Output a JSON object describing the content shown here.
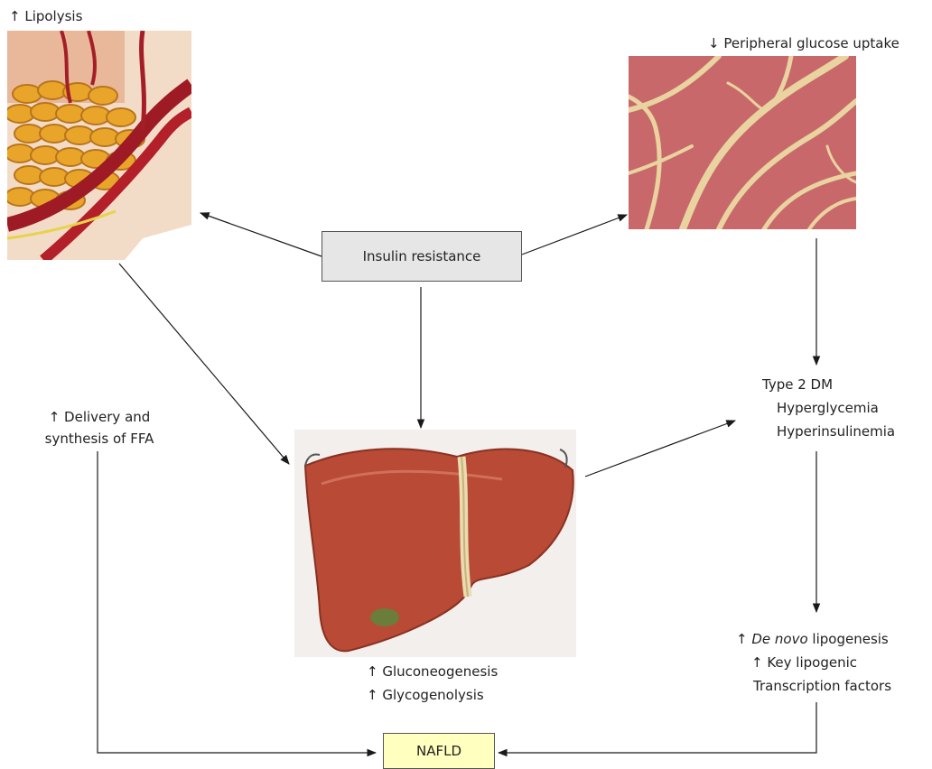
{
  "colors": {
    "center_box_fill": "#e6e6e6",
    "nafld_box_fill": "#ffffc0",
    "arrow": "#1a1a1a",
    "fat": "#e9a52a",
    "vessel": "#b3202a",
    "muscle": "#c9686a",
    "septa": "#e9d3a0",
    "liver": "#b84a36"
  },
  "icons": {
    "adipose": "adipose-tissue-illustration-icon",
    "muscle": "muscle-histology-image-icon",
    "liver": "liver-anatomy-illustration-icon"
  },
  "nodes": {
    "insulin_resistance": "Insulin resistance",
    "lipolysis": "↑ Lipolysis",
    "peripheral": "↓ Peripheral glucose uptake",
    "type2dm": {
      "title": "Type 2 DM",
      "line1": "Hyperglycemia",
      "line2": "Hyperinsulinemia"
    },
    "ffa": {
      "line1": "↑ Delivery and",
      "line2": "synthesis of FFA"
    },
    "liver": {
      "line1": "↑ Gluconeogenesis",
      "line2": "↑ Glycogenolysis"
    },
    "denovo": {
      "arrow": "↑",
      "italic": "De novo",
      "rest": " lipogenesis",
      "line2": "↑ Key lipogenic",
      "line3": "Transcription factors"
    },
    "nafld": "NAFLD"
  }
}
